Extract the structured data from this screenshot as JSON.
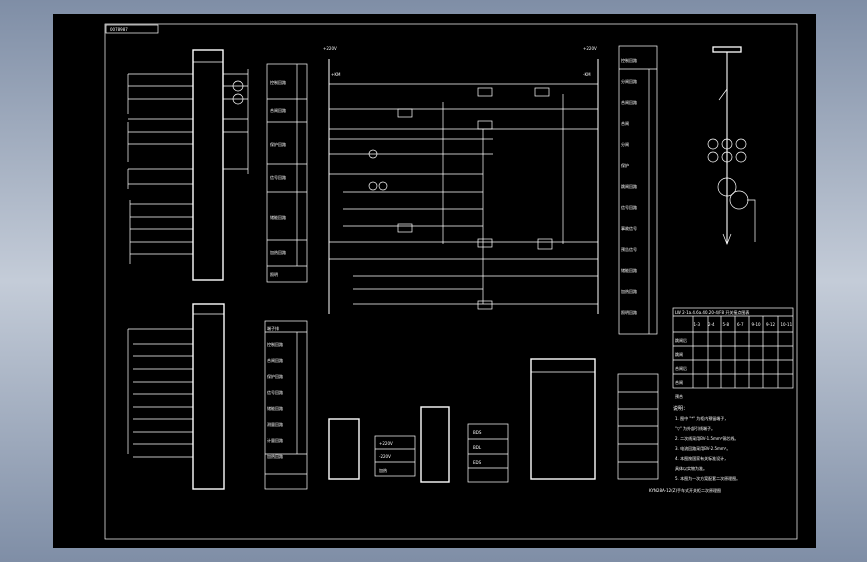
{
  "drawing": {
    "title_tag": "0078987",
    "colors": {
      "background": "#000000",
      "line": "#ffffff",
      "frame_outer": "#8a96a8"
    },
    "supply": {
      "left": "+220V",
      "right": "+220V",
      "left_small": "+KM",
      "right_small": "-KM"
    },
    "legend_labels": [
      "控制回路",
      "合闸回路",
      "保护回路",
      "信号回路",
      "储能回路",
      "加热回路",
      "照明"
    ],
    "right_legend": [
      "控制回路",
      "分闸回路",
      "合闸回路",
      "合闸",
      "分闸",
      "保护",
      "跳闸回路",
      "信号回路",
      "事故信号",
      "预告信号",
      "储能回路",
      "加热回路",
      "照明回路"
    ],
    "mid_table": [
      "端子排",
      "控制回路",
      "合闸回路",
      "保护回路",
      "信号回路",
      "储能回路",
      "测量回路",
      "计量回路",
      "加热回路"
    ],
    "switch_table": {
      "title": "LW 2-1a.4.6a.40.20-4/F8 开关接点图表",
      "header": [
        "",
        "1-3",
        "2-4",
        "5-8",
        "6-7",
        "9-10",
        "9-12",
        "10-11"
      ],
      "rows": [
        "跳闸后",
        "跳闸",
        "合闸后",
        "合闸",
        "预合"
      ]
    },
    "notes": {
      "title": "说明：",
      "lines": [
        "1. 图中 \"*\" 为柜内预留端子，",
        "   \"▽\" 为外部引线端子。",
        "2. 二次线采用BV-1.5mm²铜芯线。",
        "3. 电流回路采用BV-2.5mm²。",
        "4. 本图按国家有关标准设计，",
        "   具体以实物为准。",
        "5. 本图为一次方案配套二次原理图。"
      ],
      "footer": "KYN28A-12(Z)手车式开关柜二次原理图"
    },
    "small_boxes": {
      "a": "+220V",
      "b": "-220V",
      "c": "加热",
      "d": "BDS",
      "e": "BDL",
      "f": "EDS"
    }
  }
}
